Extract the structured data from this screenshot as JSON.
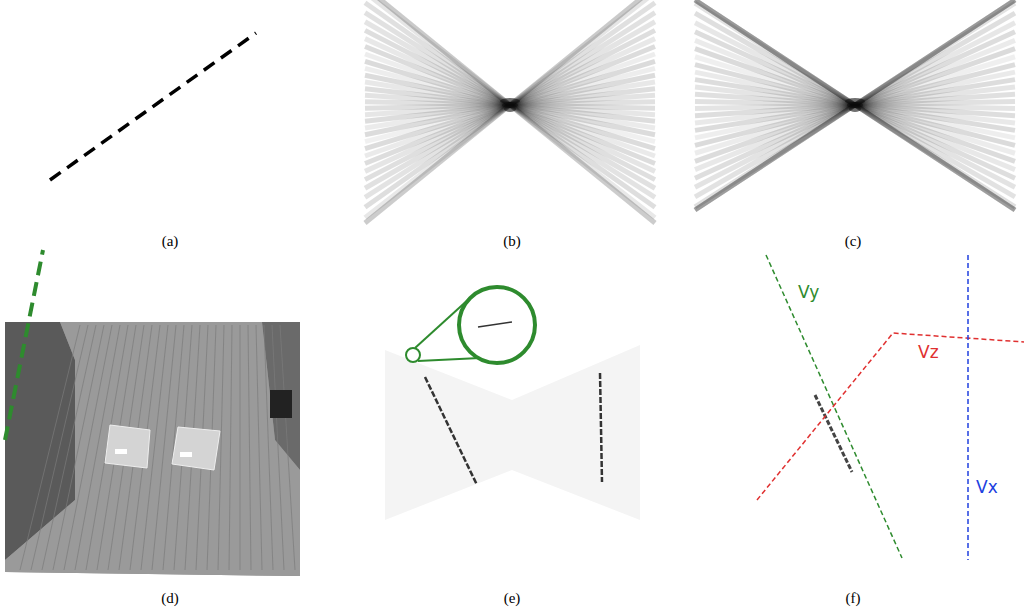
{
  "diagram": {
    "labels": [
      "(a)",
      "(b)",
      "(c)",
      "(d)",
      "(e)",
      "(f)",
      "Vy",
      "Vz",
      "Vx"
    ]
  }
}
